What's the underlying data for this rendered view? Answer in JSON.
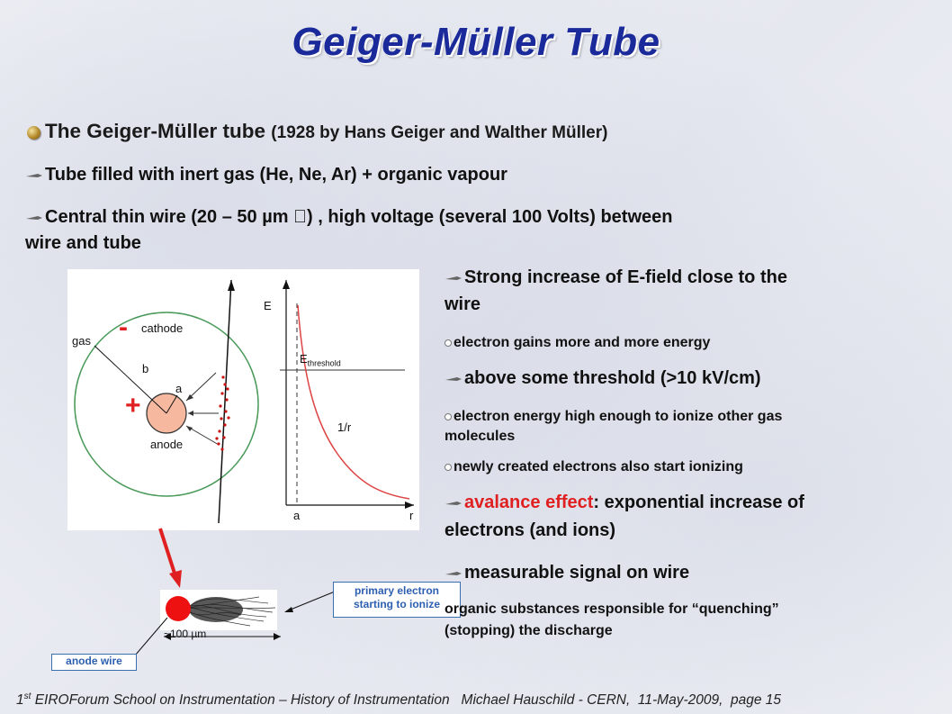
{
  "slide": {
    "title": "Geiger-Müller Tube",
    "main_bullet": {
      "bold_text": "The Geiger-Müller tube",
      "paren_text": "(1928 by Hans Geiger and Walther Müller)"
    },
    "sub_bullets": [
      "Tube filled with inert gas (He, Ne, Ar) + organic vapour",
      "Central thin wire (20 – 50 µm \u0000) , high voltage (several 100 Volts) between",
      "wire and tube"
    ],
    "right_column": {
      "efield_1": "Strong increase of E-field close to the",
      "efield_2": "wire",
      "electron_gains": "electron gains more and more energy",
      "threshold": "above some threshold (>10 kV/cm)",
      "ionize_1": "electron energy high enough to ionize other gas",
      "ionize_2": "molecules",
      "newly_created": "newly created electrons also start ionizing",
      "avalance_red": "avalance effect",
      "avalance_rest": ": exponential increase of",
      "avalance_2": "electrons (and ions)",
      "measurable": "measurable signal on wire",
      "organic_1": "organic substances responsible for “quenching”",
      "organic_2": "(stopping) the discharge"
    },
    "diagram": {
      "minus": "-",
      "plus": "+",
      "cathode": "cathode",
      "gas": "gas",
      "b": "b",
      "a": "a",
      "anode": "anode",
      "E_axis": "E",
      "E_threshold": "E",
      "threshold_sub": "threshold",
      "one_over_r": "1/r",
      "axis_a": "a",
      "axis_r": "r"
    },
    "avalanche_figure": {
      "scale": "~100 µm",
      "primary_1": "primary electron",
      "primary_2": "starting to ionize",
      "anode_wire": "anode wire"
    },
    "footer": {
      "sup_prefix": "1",
      "sup": "st",
      "text": " EIROForum School on Instrumentation – History of Instrumentation   Michael Hauschild - CERN,  11-May-2009,  page 15"
    },
    "colors": {
      "title": "#1a2a9a",
      "accent_red": "#e02020",
      "label_blue": "#2d5fb0"
    }
  }
}
